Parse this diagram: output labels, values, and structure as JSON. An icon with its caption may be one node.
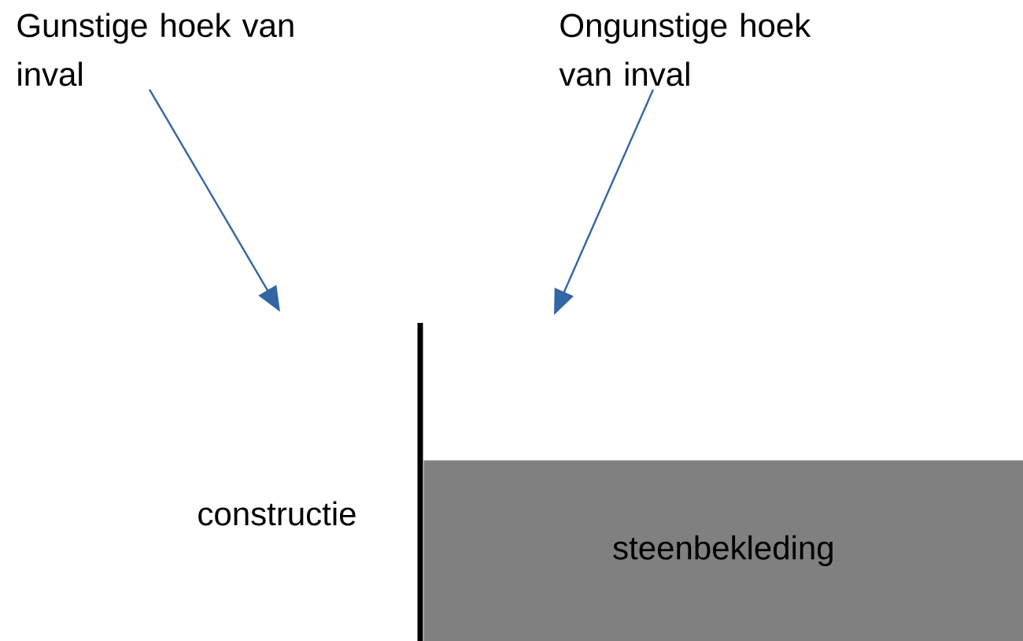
{
  "diagram": {
    "nodes": [
      {
        "text": [
          "Gunstige hoek van inval"
        ]
      },
      {
        "text": [
          "Ongunstige hoek van inval"
        ]
      },
      {
        "text": [
          "steenbekleding"
        ]
      }
    ],
    "edges": [
      {
        "from": 0,
        "to": null,
        "arrow": "to"
      },
      {
        "from": 1,
        "to": null,
        "arrow": "to"
      }
    ],
    "labels": [
      "constructie"
    ]
  }
}
